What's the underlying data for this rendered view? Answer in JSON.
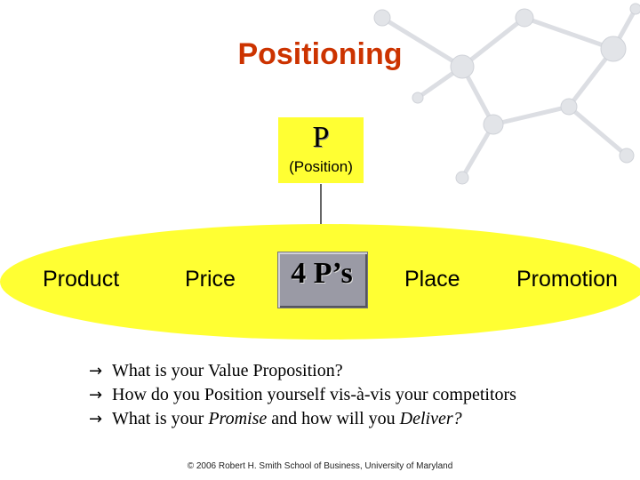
{
  "title": "Positioning",
  "position_box": {
    "letter": "P",
    "subtitle": "(Position)"
  },
  "marketing_mix": {
    "product": "Product",
    "price": "Price",
    "center": "4 P’s",
    "place": "Place",
    "promotion": "Promotion"
  },
  "bullets": {
    "arrow": "→",
    "b1": "What is your Value Proposition?",
    "b2": "How do you Position yourself vis-à-vis your competitors",
    "b3_pre": "What is your ",
    "b3_em1": "Promise",
    "b3_mid": " and how will you ",
    "b3_em2": "Deliver?"
  },
  "footer": "© 2006 Robert H. Smith School of Business, University of Maryland",
  "colors": {
    "title": "#cc3300",
    "highlight": "#ffff33",
    "center_box": "#9a9aa5",
    "molecule": "#d9dbe0"
  }
}
